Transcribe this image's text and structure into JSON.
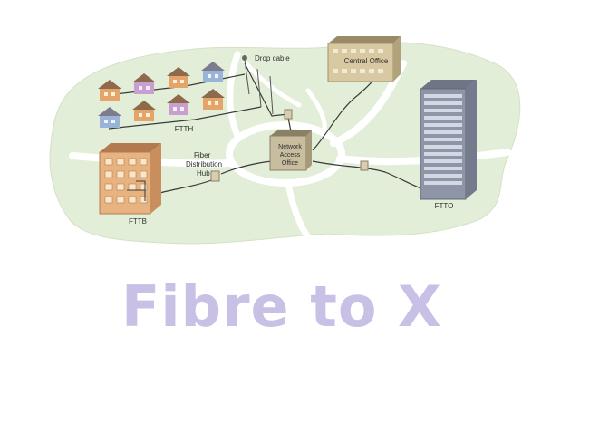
{
  "diagram": {
    "labels": {
      "drop_cable": "Drop cable",
      "central_office": "Central Office",
      "ftth": "FTTH",
      "network_access_office": [
        "Network",
        "Access",
        "Office"
      ],
      "fiber_distribution_hub": [
        "Fiber",
        "Distribution",
        "Hub"
      ],
      "fttb": "FTTB",
      "ftto": "FTTO"
    },
    "colors": {
      "ground": "#e3eed8",
      "road": "#ffffff",
      "cable": "#3a3a3a",
      "title": "#c9c0e6"
    }
  },
  "title": "Fibre to X"
}
